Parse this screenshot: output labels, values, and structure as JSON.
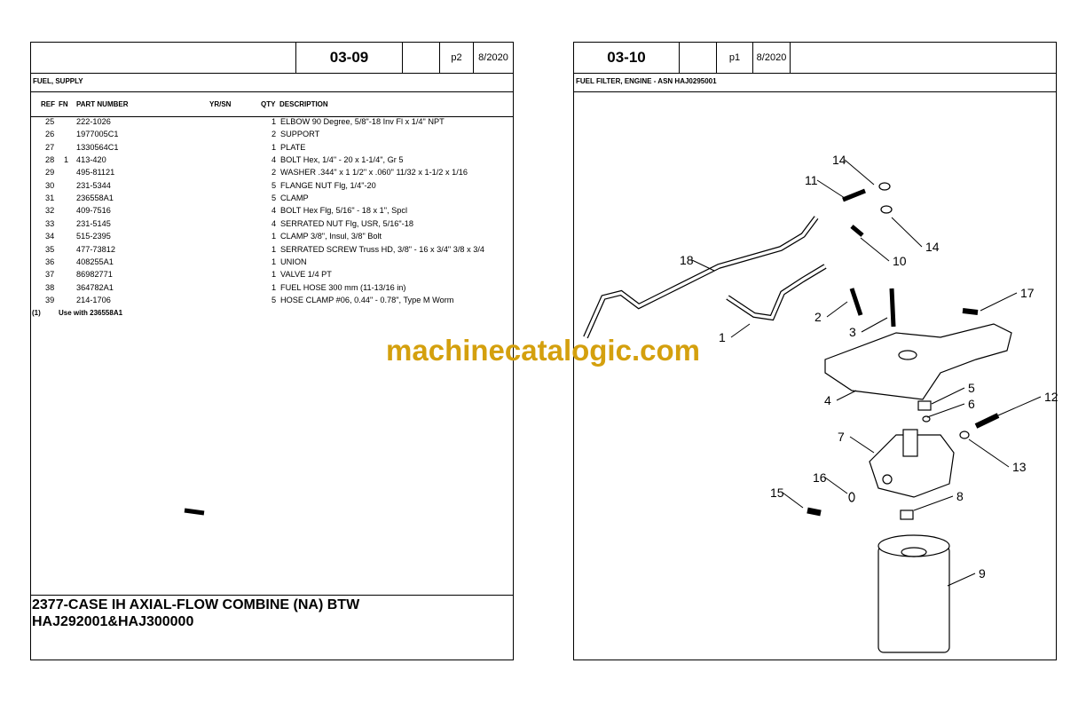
{
  "left_page": {
    "section": "03-09",
    "page": "p2",
    "date": "8/2020",
    "title": "FUEL, SUPPLY",
    "columns": {
      "ref": "REF",
      "fn": "FN",
      "part": "PART NUMBER",
      "yrsn": "YR/SN",
      "qty": "QTY",
      "desc": "DESCRIPTION"
    },
    "rows": [
      {
        "ref": "25",
        "fn": "",
        "part": "222-1026",
        "qty": "1",
        "desc": "ELBOW 90 Degree, 5/8\"-18 Inv Fl x 1/4\" NPT"
      },
      {
        "ref": "26",
        "fn": "",
        "part": "1977005C1",
        "qty": "2",
        "desc": "SUPPORT"
      },
      {
        "ref": "27",
        "fn": "",
        "part": "1330564C1",
        "qty": "1",
        "desc": "PLATE"
      },
      {
        "ref": "28",
        "fn": "1",
        "part": "413-420",
        "qty": "4",
        "desc": "BOLT Hex, 1/4\" - 20 x 1-1/4\", Gr 5"
      },
      {
        "ref": "29",
        "fn": "",
        "part": "495-81121",
        "qty": "2",
        "desc": "WASHER .344\" x 1 1/2\" x .060\" 11/32 x 1-1/2 x 1/16"
      },
      {
        "ref": "30",
        "fn": "",
        "part": "231-5344",
        "qty": "5",
        "desc": "FLANGE NUT Flg, 1/4\"-20"
      },
      {
        "ref": "31",
        "fn": "",
        "part": "236558A1",
        "qty": "5",
        "desc": "CLAMP"
      },
      {
        "ref": "32",
        "fn": "",
        "part": "409-7516",
        "qty": "4",
        "desc": "BOLT Hex Flg, 5/16\" - 18 x 1\", Spcl"
      },
      {
        "ref": "33",
        "fn": "",
        "part": "231-5145",
        "qty": "4",
        "desc": "SERRATED NUT Flg, USR, 5/16\"-18"
      },
      {
        "ref": "34",
        "fn": "",
        "part": "515-2395",
        "qty": "1",
        "desc": "CLAMP 3/8\", Insul, 3/8\" Bolt"
      },
      {
        "ref": "35",
        "fn": "",
        "part": "477-73812",
        "qty": "1",
        "desc": "SERRATED SCREW Truss HD, 3/8\" - 16 x 3/4\" 3/8 x 3/4"
      },
      {
        "ref": "36",
        "fn": "",
        "part": "408255A1",
        "qty": "1",
        "desc": "UNION"
      },
      {
        "ref": "37",
        "fn": "",
        "part": "86982771",
        "qty": "1",
        "desc": "VALVE  1/4 PT"
      },
      {
        "ref": "38",
        "fn": "",
        "part": "364782A1",
        "qty": "1",
        "desc": "FUEL HOSE  300 mm (11-13/16 in)"
      },
      {
        "ref": "39",
        "fn": "",
        "part": "214-1706",
        "qty": "5",
        "desc": "HOSE CLAMP #06, 0.44\" - 0.78\", Type M Worm"
      }
    ],
    "footnote": {
      "mark": "(1)",
      "text": "Use with 236558A1"
    },
    "footer_line1": "2377-CASE IH AXIAL-FLOW COMBINE (NA) BTW",
    "footer_line2": "HAJ292001&HAJ300000"
  },
  "right_page": {
    "section": "03-10",
    "page": "p1",
    "date": "8/2020",
    "title": "FUEL FILTER, ENGINE - ASN HAJ0295001",
    "callouts": [
      "14",
      "11",
      "14",
      "10",
      "18",
      "17",
      "2",
      "3",
      "1",
      "4",
      "5",
      "6",
      "12",
      "7",
      "13",
      "16",
      "15",
      "8",
      "9"
    ]
  },
  "watermark": "machinecatalogic.com",
  "colors": {
    "watermark": "#d4a00e"
  }
}
